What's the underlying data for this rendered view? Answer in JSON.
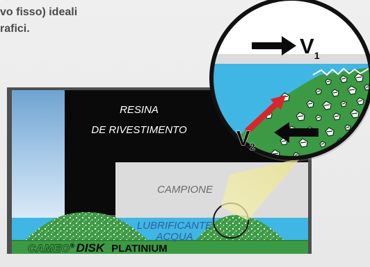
{
  "intro": {
    "line1": "vo fisso) ideali",
    "line2": "rafici."
  },
  "labels": {
    "resin_line1": "RESINA",
    "resin_line2": "DE RIVESTIMENTO",
    "sample": "CAMPIONE",
    "lubricant_line1": "LUBRIFICANTE",
    "lubricant_line2": "ACQUA"
  },
  "brand": {
    "part1": "CAMEO",
    "registered": "®",
    "part2": "DISK",
    "part3": "PLATINIUM"
  },
  "zoom": {
    "velocity1": "V",
    "velocity1_sub": "1",
    "velocity2": "V",
    "velocity2_sub": "2"
  },
  "colors": {
    "resin": "#0a0a0a",
    "sample": "#dcdcdc",
    "water": "#3fb6e4",
    "disk_green": "#3d9a44",
    "dark_green": "#1f5f2a",
    "frame": "#4f4f4f",
    "arrow_red": "#d9252b",
    "beam": "#ece89a"
  }
}
